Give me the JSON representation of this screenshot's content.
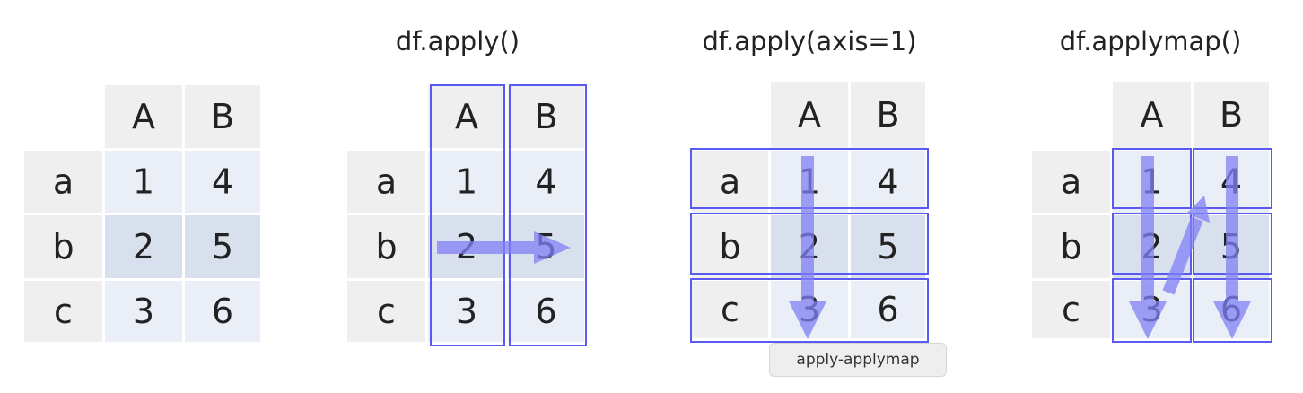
{
  "panels": [
    {
      "id": "plain",
      "title": "",
      "columns": [
        "A",
        "B"
      ],
      "rows": [
        "a",
        "b",
        "c"
      ],
      "values": [
        [
          "1",
          "4"
        ],
        [
          "2",
          "5"
        ],
        [
          "3",
          "6"
        ]
      ]
    },
    {
      "id": "apply",
      "title": "df.apply()",
      "columns": [
        "A",
        "B"
      ],
      "rows": [
        "a",
        "b",
        "c"
      ],
      "values": [
        [
          "1",
          "4"
        ],
        [
          "2",
          "5"
        ],
        [
          "3",
          "6"
        ]
      ]
    },
    {
      "id": "apply-axis1",
      "title": "df.apply(axis=1)",
      "columns": [
        "A",
        "B"
      ],
      "rows": [
        "a",
        "b",
        "c"
      ],
      "values": [
        [
          "1",
          "4"
        ],
        [
          "2",
          "5"
        ],
        [
          "3",
          "6"
        ]
      ]
    },
    {
      "id": "applymap",
      "title": "df.applymap()",
      "columns": [
        "A",
        "B"
      ],
      "rows": [
        "a",
        "b",
        "c"
      ],
      "values": [
        [
          "1",
          "4"
        ],
        [
          "2",
          "5"
        ],
        [
          "3",
          "6"
        ]
      ]
    }
  ],
  "tooltip": {
    "text": "apply-applymap"
  },
  "colors": {
    "header_bg": "#efefef",
    "cell_bg": "#eaeef7",
    "cell_highlight_bg": "#d8e0ee",
    "outline": "#5a5af2",
    "arrow": "#8a8af5"
  }
}
